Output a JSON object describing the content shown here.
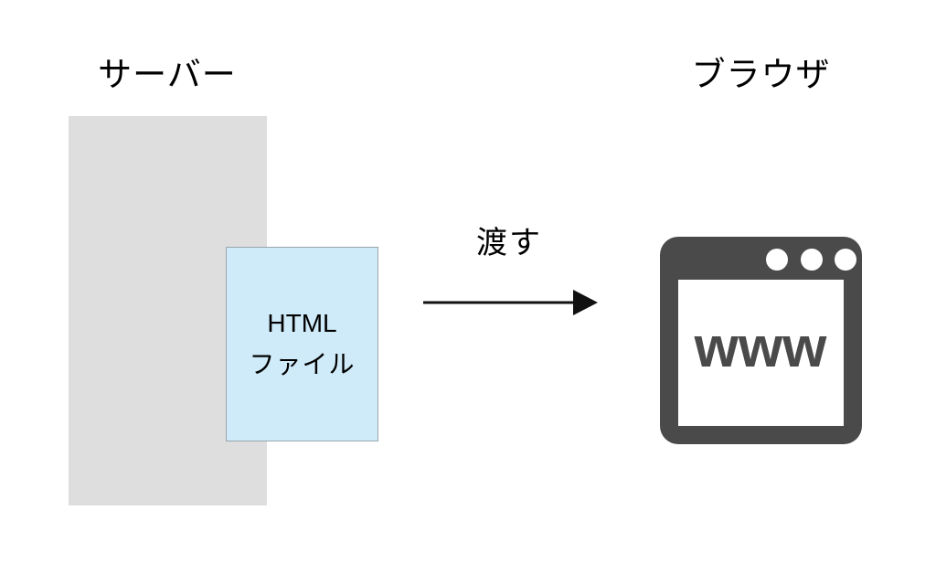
{
  "diagram": {
    "title_server": "サーバー",
    "title_browser": "ブラウザ",
    "arrow_label": "渡す",
    "file_line1": "HTML",
    "file_line2": "ファイル",
    "browser_text": "www",
    "colors": {
      "background": "#ffffff",
      "server_fill": "#dedede",
      "file_fill": "#cfeaf8",
      "file_border": "#9aa6ad",
      "browser_dark": "#4a4a4a",
      "browser_inner": "#ffffff",
      "arrow": "#111111",
      "text": "#000000"
    }
  }
}
